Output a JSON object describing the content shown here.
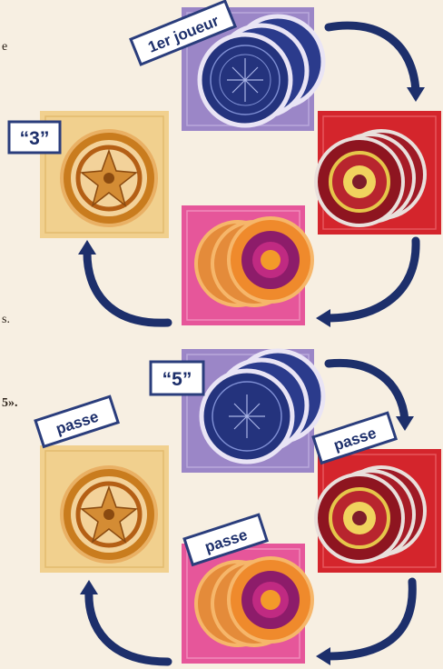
{
  "text_fragments": [
    "e",
    "s.",
    "5»."
  ],
  "top_diagram": {
    "first_player_label": "1er joueur",
    "bid_label": "“3”"
  },
  "bottom_diagram": {
    "bid_label": "“5”",
    "pass_labels": [
      "passe",
      "passe",
      "passe"
    ]
  },
  "colors": {
    "background": "#f7efe2",
    "arrow": "#1d2f6b",
    "label_border": "#2a3d7c",
    "purple_tile": "#9b86c7",
    "red_tile": "#d4252c",
    "yellow_tile": "#f1d08e",
    "pink_tile": "#e6569a"
  }
}
